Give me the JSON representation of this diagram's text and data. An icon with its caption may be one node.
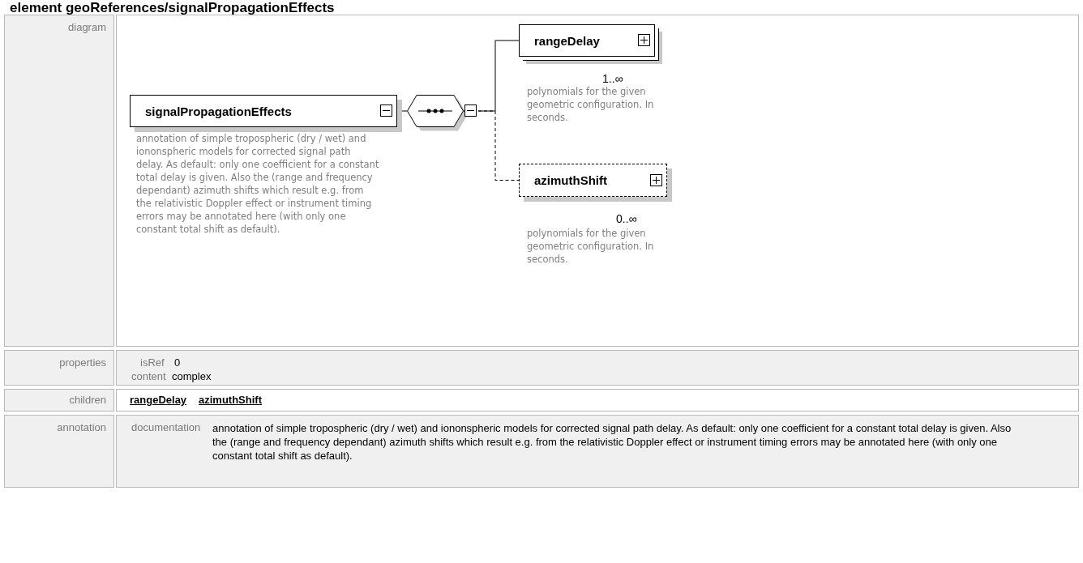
{
  "diagram": {
    "title": "element geoReferences/signalPropagationEffects",
    "nodes": [
      {
        "text": [
          "signalPropagationEffects"
        ],
        "beside": [
          "annotation of simple tropospheric (dry / wet) and iononspheric models for corrected signal path delay. As default: only one coefficient for a constant total delay is given. Also the (range and frequency dependant) azimuth shifts which result e.g. from the relativistic Doppler effect or instrument timing errors may be annotated here (with only one constant total shift as default)."
        ]
      },
      {
        "text": [],
        "shape": "octagon"
      },
      {
        "text": [
          "rangeDelay"
        ],
        "beside": [
          "1..∞",
          "polynomials for the given geometric configuration. In seconds."
        ]
      },
      {
        "text": [
          "azimuthShift"
        ],
        "beside": [
          "0..∞",
          "polynomials for the given geometric configuration. In seconds."
        ]
      }
    ],
    "edges": [
      {
        "from": 0,
        "to": 1,
        "arrow": "none"
      },
      {
        "from": 1,
        "to": 2,
        "arrow": "none"
      },
      {
        "from": 1,
        "to": 3,
        "arrow": "none",
        "style": "dashed"
      }
    ],
    "labels": [
      "diagram",
      "properties",
      "isRef",
      "0",
      "content",
      "complex",
      "children",
      "rangeDelay",
      "azimuthShift",
      "annotation",
      "documentation",
      "annotation of simple tropospheric (dry / wet) and iononspheric models for corrected signal path delay. As default: only one coefficient for a constant total delay is given. Also the (range and frequency dependant) azimuth shifts which result e.g. from the relativistic Doppler effect or instrument timing errors may be annotated here (with only one constant total shift as default)."
    ]
  }
}
